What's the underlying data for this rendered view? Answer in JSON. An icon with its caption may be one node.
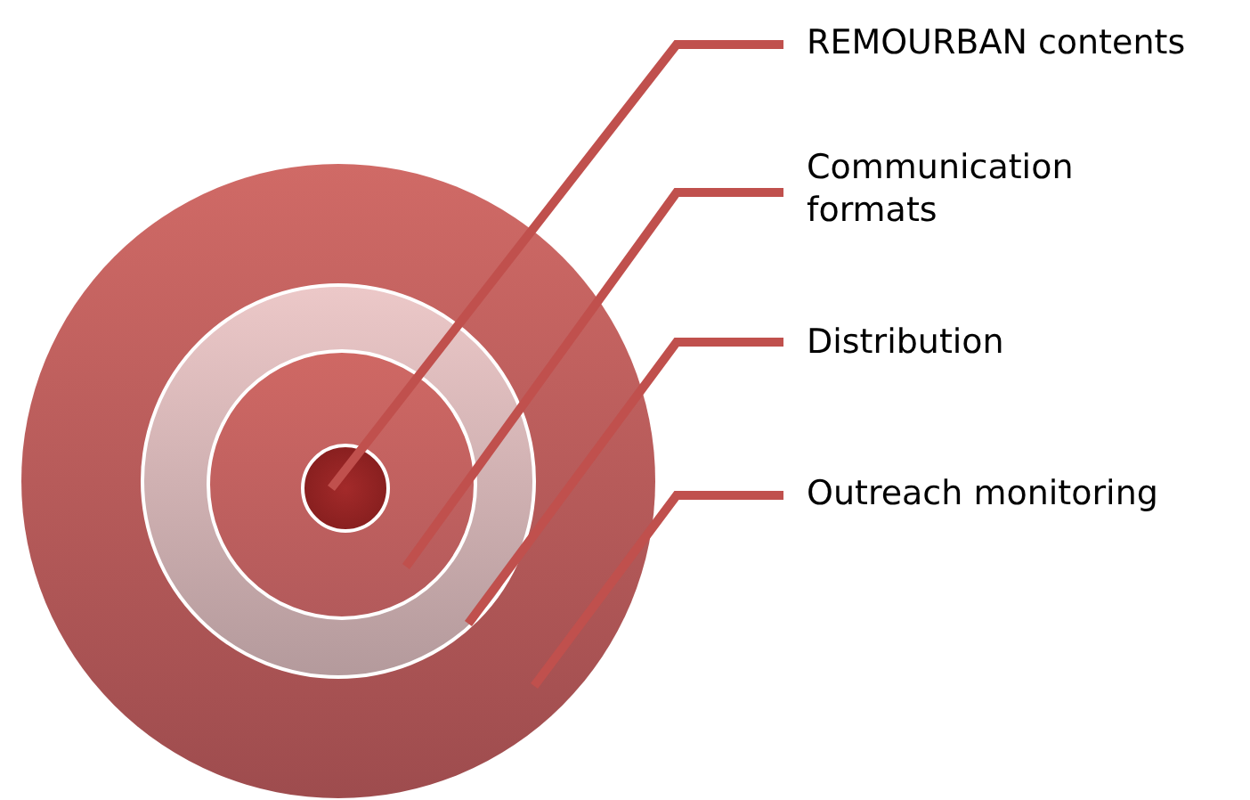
{
  "diagram": {
    "nodes": [
      {
        "text": [],
        "shape": "circle"
      },
      {
        "text": [],
        "shape": "circle",
        "in": 0
      },
      {
        "text": [],
        "shape": "circle",
        "in": 1
      },
      {
        "text": [],
        "shape": "circle",
        "in": 2
      },
      {
        "text": [
          "REMOURBAN contents"
        ]
      },
      {
        "text": [
          "Communication formats"
        ]
      },
      {
        "text": [
          "Distribution"
        ]
      },
      {
        "text": [
          "Outreach monitoring"
        ]
      }
    ],
    "edges": [
      {
        "from": 4,
        "to": 3,
        "arrow": "none"
      },
      {
        "from": 5,
        "to": 2,
        "arrow": "none"
      },
      {
        "from": 6,
        "to": 1,
        "arrow": "none"
      },
      {
        "from": 7,
        "to": 0,
        "arrow": "none"
      }
    ]
  }
}
